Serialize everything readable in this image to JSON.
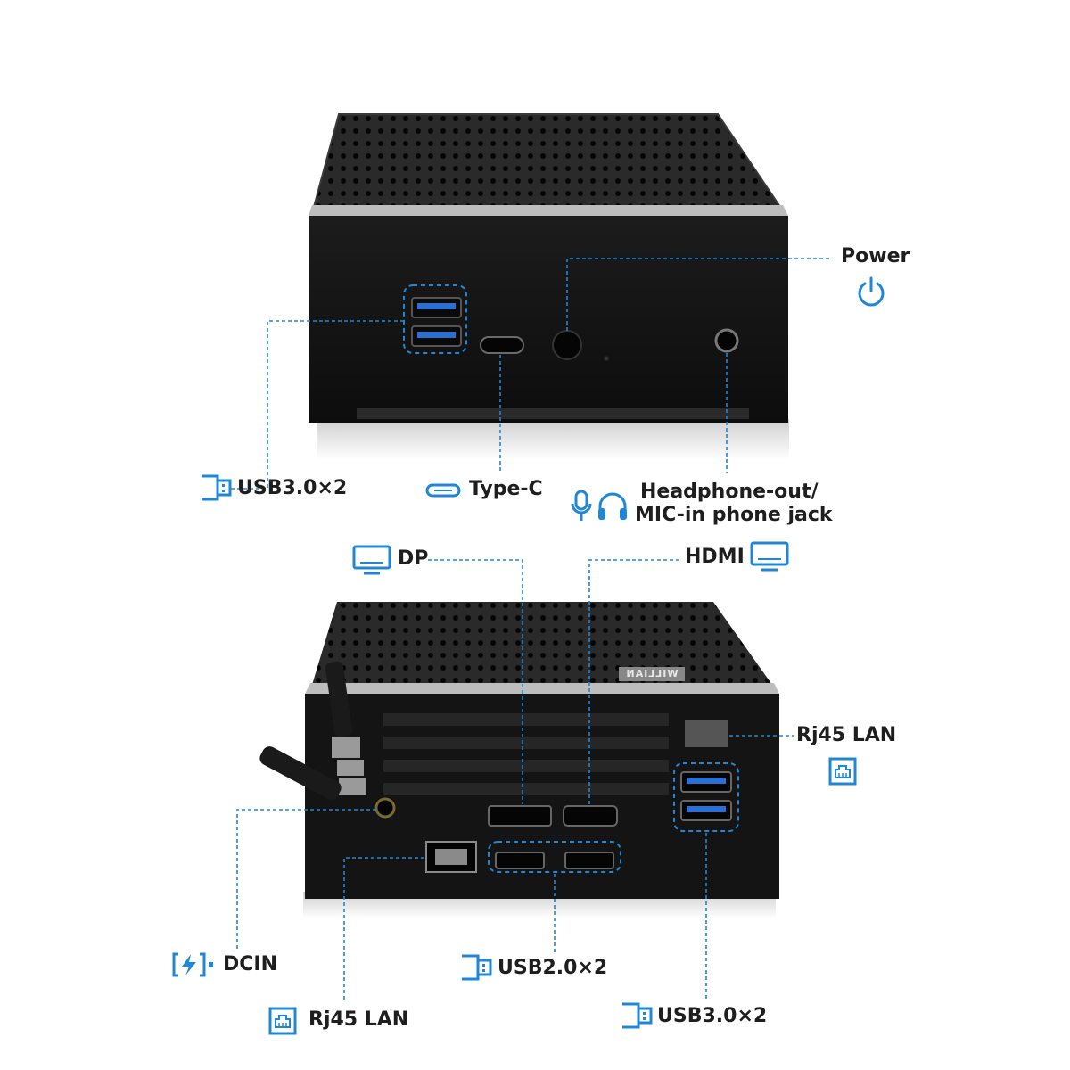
{
  "labels": {
    "power": "Power",
    "usb30_front": "USB3.0×2",
    "typec": "Type-C",
    "headphone_line1": "Headphone-out/",
    "headphone_line2": "MIC-in phone jack",
    "dp": "DP",
    "hdmi": "HDMI",
    "rj45_right": "Rj45 LAN",
    "dcin": "DCIN",
    "usb20": "USB2.0×2",
    "rj45_bottom": "Rj45 LAN",
    "usb30_back": "USB3.0×2"
  },
  "brand_text": "WILLIAN",
  "colors": {
    "accent": "#1f87d6",
    "body": "#1a1a1a",
    "label": "#1e1e1e"
  },
  "icons": {
    "power": "power-icon",
    "usb": "usb-icon",
    "typec": "typec-icon",
    "mic": "microphone-icon",
    "headphone": "headphone-icon",
    "monitor": "monitor-icon",
    "lan": "lan-icon",
    "dc": "dc-power-icon"
  }
}
